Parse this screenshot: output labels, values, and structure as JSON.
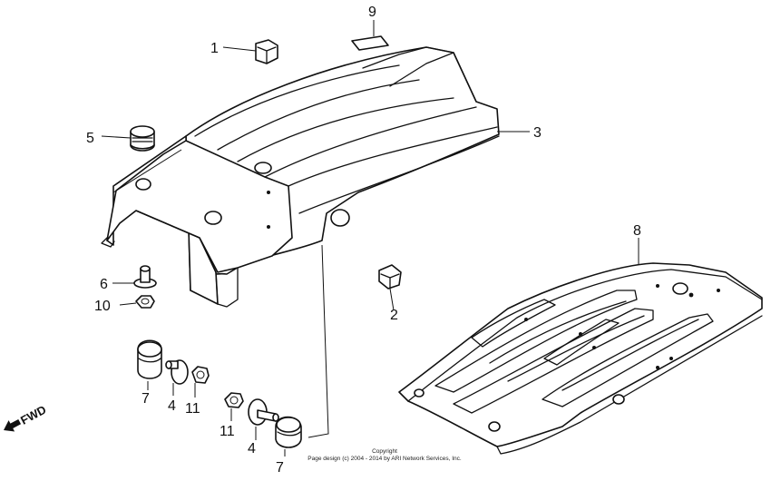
{
  "callouts": {
    "c1": "1",
    "c2": "2",
    "c3": "3",
    "c4a": "4",
    "c4b": "4",
    "c5": "5",
    "c6": "6",
    "c7a": "7",
    "c7b": "7",
    "c8": "8",
    "c9": "9",
    "c10": "10",
    "c11a": "11",
    "c11b": "11"
  },
  "direction_label": "FWD",
  "copyright": {
    "line1": "Copyright",
    "line2": "Page design (c) 2004 - 2014 by ARI Network Services, Inc."
  }
}
